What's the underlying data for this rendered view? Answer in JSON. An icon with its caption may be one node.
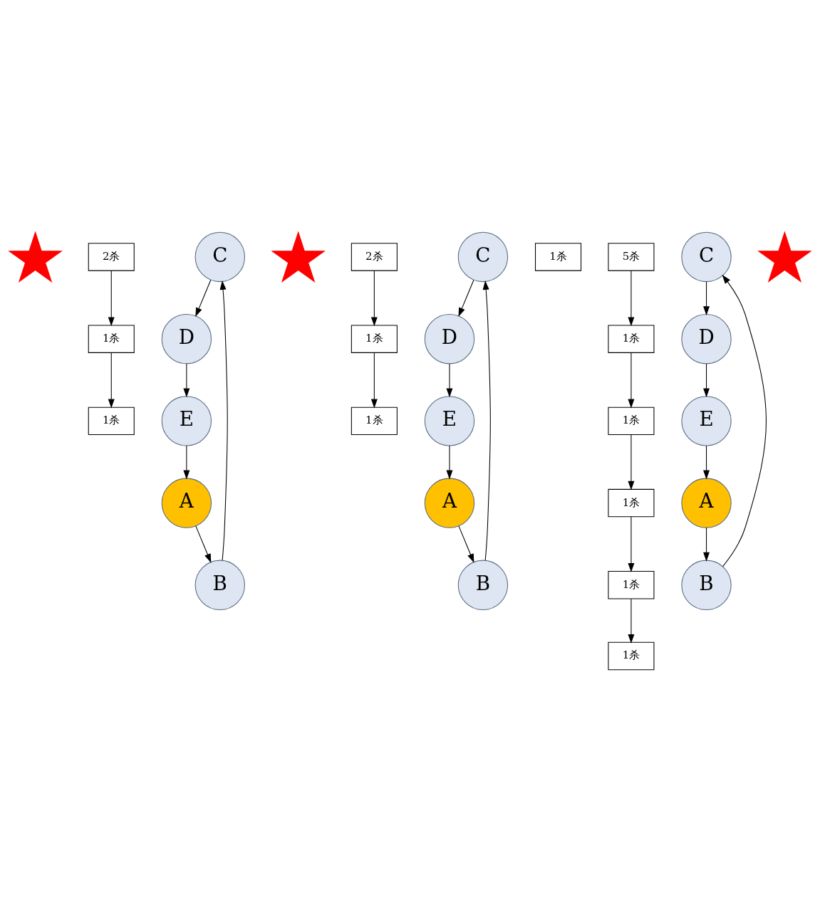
{
  "diagram": {
    "nodes": [
      {
        "text": [],
        "shape": "star"
      },
      {
        "text": [
          "1杀"
        ]
      },
      {
        "text": [
          "C"
        ]
      },
      {
        "text": [
          "D"
        ]
      },
      {
        "text": [
          "B"
        ]
      },
      {
        "text": [
          "1杀"
        ]
      },
      {
        "text": [
          "E"
        ]
      },
      {
        "text": [
          "A"
        ]
      },
      {
        "text": [
          "2杀"
        ]
      },
      {
        "text": [],
        "shape": "star"
      },
      {
        "text": [
          "1杀"
        ]
      },
      {
        "text": [
          "C"
        ]
      },
      {
        "text": [
          "1杀"
        ]
      },
      {
        "text": [
          "D"
        ]
      },
      {
        "text": [
          "B"
        ]
      },
      {
        "text": [
          "1杀"
        ]
      },
      {
        "text": [
          "E"
        ]
      },
      {
        "text": [
          "A"
        ]
      },
      {
        "text": [
          "2杀"
        ]
      },
      {
        "text": [
          "1杀"
        ]
      },
      {
        "text": [
          "C"
        ]
      },
      {
        "text": [
          "1杀"
        ]
      },
      {
        "text": [
          "D"
        ]
      },
      {
        "text": [
          "B"
        ]
      },
      {
        "text": [
          "1杀"
        ]
      },
      {
        "text": [
          "E"
        ]
      },
      {
        "text": [
          "A"
        ]
      },
      {
        "text": [
          "1杀"
        ]
      },
      {
        "text": [],
        "shape": "star"
      },
      {
        "text": [
          "5杀"
        ]
      },
      {
        "text": [
          "1杀"
        ]
      }
    ],
    "edges": [
      {
        "from": 2,
        "to": 3,
        "arrow": "to"
      },
      {
        "from": 3,
        "to": 6,
        "arrow": "to"
      },
      {
        "from": 6,
        "to": 7,
        "arrow": "to"
      },
      {
        "from": 7,
        "to": 4,
        "arrow": "to"
      },
      {
        "from": 4,
        "to": 2,
        "arrow": "to"
      },
      {
        "from": 8,
        "to": 5,
        "arrow": "to"
      },
      {
        "from": 5,
        "to": 1,
        "arrow": "to"
      },
      {
        "from": 11,
        "to": 13,
        "arrow": "to"
      },
      {
        "from": 13,
        "to": 16,
        "arrow": "to"
      },
      {
        "from": 16,
        "to": 17,
        "arrow": "to"
      },
      {
        "from": 17,
        "to": 14,
        "arrow": "to"
      },
      {
        "from": 14,
        "to": 11,
        "arrow": "to"
      },
      {
        "from": 18,
        "to": 15,
        "arrow": "to"
      },
      {
        "from": 15,
        "to": 10,
        "arrow": "to"
      },
      {
        "from": 20,
        "to": 22,
        "arrow": "to"
      },
      {
        "from": 22,
        "to": 25,
        "arrow": "to"
      },
      {
        "from": 25,
        "to": 26,
        "arrow": "to"
      },
      {
        "from": 26,
        "to": 23,
        "arrow": "to"
      },
      {
        "from": 23,
        "to": 20,
        "arrow": "to"
      },
      {
        "from": 29,
        "to": 24,
        "arrow": "to"
      },
      {
        "from": 24,
        "to": 19,
        "arrow": "to"
      },
      {
        "from": 19,
        "to": 21,
        "arrow": "to"
      },
      {
        "from": 21,
        "to": 27,
        "arrow": "to"
      },
      {
        "from": 27,
        "to": 30,
        "arrow": "to"
      }
    ]
  }
}
